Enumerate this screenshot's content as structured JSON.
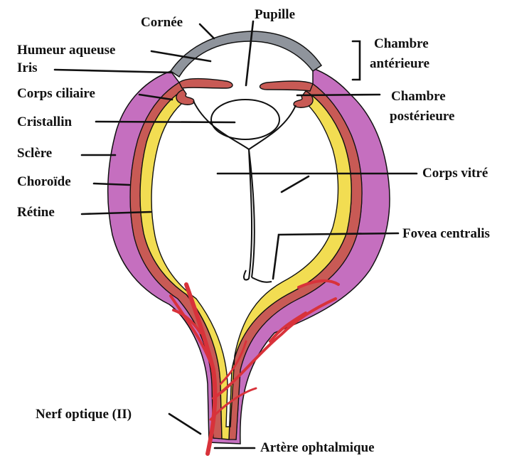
{
  "diagram": {
    "labels": {
      "cornee": "Cornée",
      "pupille": "Pupille",
      "humeur_aqueuse": "Humeur aqueuse",
      "iris": "Iris",
      "chambre_anterieure_1": "Chambre",
      "chambre_anterieure_2": "antérieure",
      "corps_ciliaire": "Corps ciliaire",
      "chambre_posterieure_1": "Chambre",
      "chambre_posterieure_2": "postérieure",
      "cristallin": "Cristallin",
      "sclere": "Sclère",
      "choroide": "Choroïde",
      "corps_vitre": "Corps vitré",
      "retine": "Rétine",
      "fovea": "Fovea centralis",
      "nerf_optique": "Nerf optique (II)",
      "artere": "Artère ophtalmique"
    },
    "colors": {
      "sclera": "#c56fbf",
      "choroid": "#c85a55",
      "retina": "#f2dd52",
      "cornea": "#8f949c",
      "vessel": "#d8323a",
      "outline": "#111111",
      "lead_line": "#111111",
      "interior": "#ffffff"
    }
  }
}
